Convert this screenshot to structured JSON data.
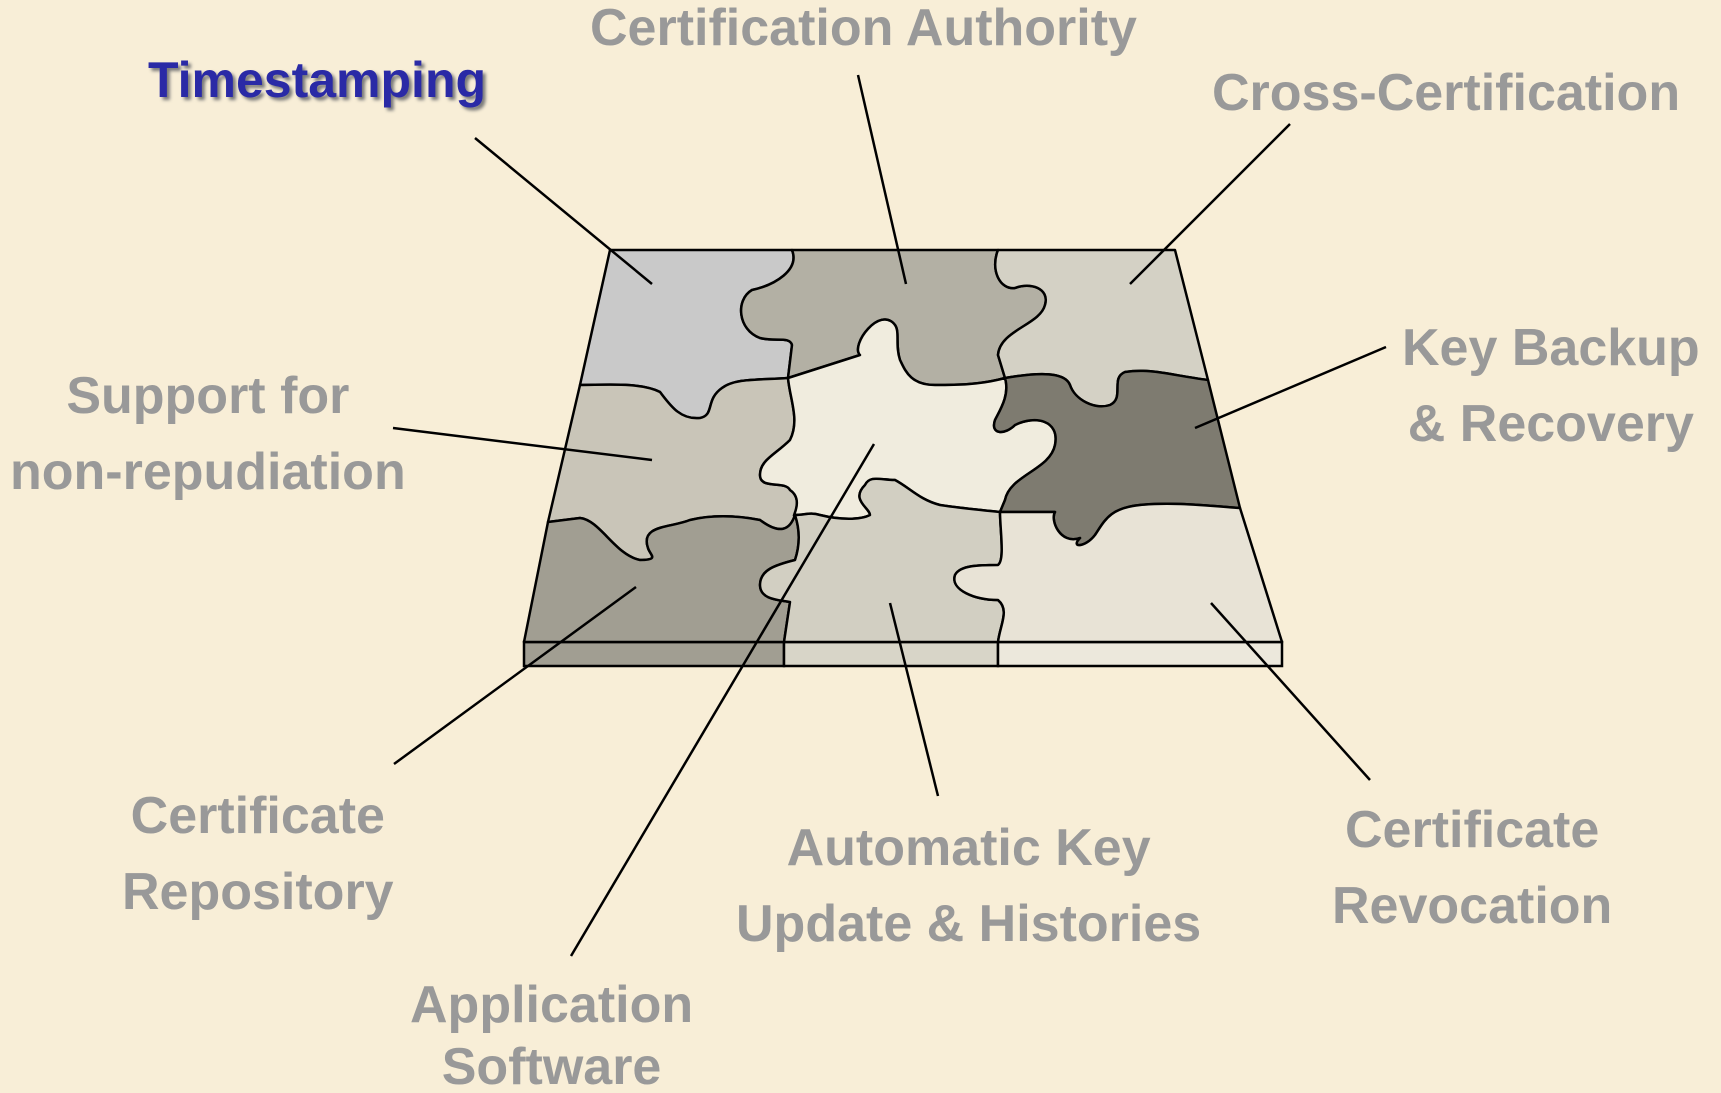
{
  "accent_color": "#2a2aa6",
  "text_color": "#999999",
  "background_color": "#f8eed7",
  "labels": {
    "timestamping": [
      "Timestamping"
    ],
    "certification_authority": [
      "Certification Authority"
    ],
    "cross_certification": [
      "Cross-Certification"
    ],
    "key_backup": [
      "Key Backup",
      "& Recovery"
    ],
    "non_repudiation": [
      "Support for",
      "non-repudiation"
    ],
    "certificate_repository": [
      "Certificate",
      "Repository"
    ],
    "application_software": [
      "Application",
      "Software"
    ],
    "automatic_key_update": [
      "Automatic Key",
      "Update & Histories"
    ],
    "certificate_revocation": [
      "Certificate",
      "Revocation"
    ]
  },
  "active_label": "timestamping",
  "pieces": [
    {
      "id": "timestamping",
      "fill": "#c9c9c9"
    },
    {
      "id": "certification-authority",
      "fill": "#b3b0a4"
    },
    {
      "id": "cross-certification",
      "fill": "#d4d1c5"
    },
    {
      "id": "non-repudiation",
      "fill": "#c9c5b8"
    },
    {
      "id": "center",
      "fill": "#f0ecde"
    },
    {
      "id": "key-backup",
      "fill": "#7e7b70"
    },
    {
      "id": "certificate-repository",
      "fill": "#a19e92"
    },
    {
      "id": "automatic-key-update",
      "fill": "#d2cfc2"
    },
    {
      "id": "certificate-revocation",
      "fill": "#e8e3d6"
    }
  ]
}
